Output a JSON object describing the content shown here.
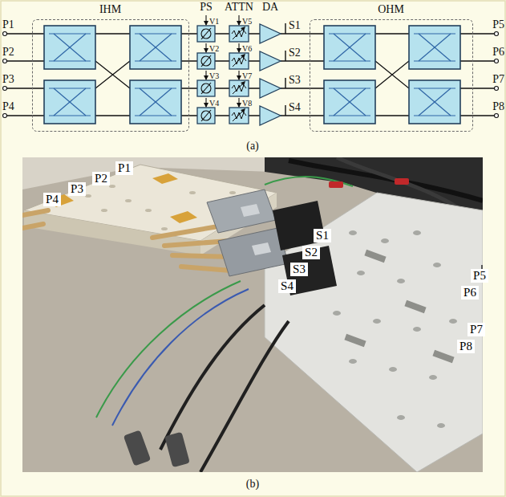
{
  "diagram": {
    "nodes": [
      {
        "text": [
          "IHM"
        ]
      },
      {
        "text": [
          "OHM"
        ]
      }
    ],
    "labels": [
      "PS",
      "ATTN",
      "DA",
      "P1",
      "P2",
      "P3",
      "P4",
      "V1",
      "V2",
      "V3",
      "V4",
      "V5",
      "V6",
      "V7",
      "V8",
      "S1",
      "S2",
      "S3",
      "S4",
      "P5",
      "P6",
      "P7",
      "P8",
      "(a)",
      "P1",
      "P2",
      "P3",
      "P4",
      "S1",
      "S2",
      "S3",
      "S4",
      "P5",
      "P6",
      "P7",
      "P8",
      "(b)"
    ]
  }
}
